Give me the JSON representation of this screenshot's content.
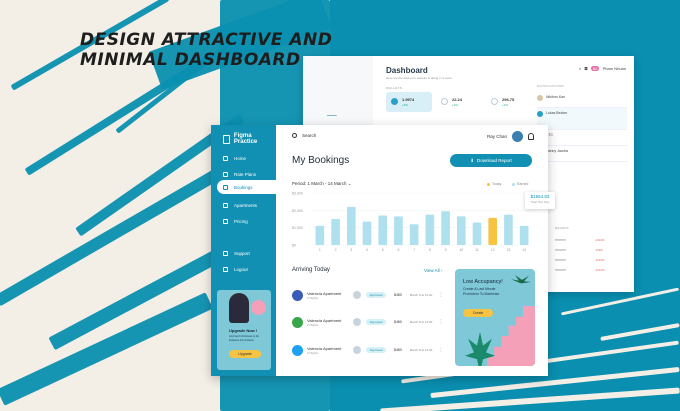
{
  "headline": {
    "line1": "DESIGN ATTRACTIVE AND",
    "line2": "MINIMAL DASHBOARD"
  },
  "back_dashboard": {
    "title": "Dashboard",
    "subtitle": "Here are the data your website is doing in a week.",
    "wallets_label": "WALLETS",
    "notifications_label": "NOTIFICATIONS",
    "recent_label": "RECENT",
    "wallets": [
      {
        "amount": "1.9974",
        "change": "+8%"
      },
      {
        "amount": "22.24",
        "change": "+4%"
      },
      {
        "amount": "296.75",
        "change": "+2%"
      }
    ],
    "notifications": [
      "Nikiforo Kan",
      "Lukas Becker",
      "BTC",
      "Danny Jacobs"
    ],
    "transactions": [
      "-0.01%",
      "-0.5%",
      "-0.01%",
      "-0.01%"
    ],
    "user": "Pham Nhuan"
  },
  "sidebar": {
    "brand": "Figma Practice",
    "items": [
      {
        "label": "Home",
        "icon": "home-icon"
      },
      {
        "label": "Rate Plans",
        "icon": "tag-icon"
      },
      {
        "label": "Bookings",
        "icon": "calendar-icon",
        "active": true
      },
      {
        "label": "Apartments",
        "icon": "building-icon"
      },
      {
        "label": "Pricing",
        "icon": "price-icon"
      },
      {
        "label": "Support",
        "icon": "support-icon"
      },
      {
        "label": "Logout",
        "icon": "logout-icon"
      }
    ],
    "upgrade": {
      "title": "Upgrade Now !",
      "text": "And Get Full Access to All Features & Functions",
      "button": "Upgrade"
    }
  },
  "header": {
    "search_placeholder": "Search",
    "user_name": "Ray Chan"
  },
  "main": {
    "title": "My Bookings",
    "download_button": "Download Report",
    "period_label": "Period:",
    "period_value": "1 March - 14 March",
    "legend": [
      {
        "name": "Today",
        "color": "#f6c342"
      },
      {
        "name": "Earned",
        "color": "#aee0ee"
      }
    ]
  },
  "chart_data": {
    "type": "bar",
    "categories": [
      "1",
      "2",
      "3",
      "4",
      "5",
      "6",
      "7",
      "8",
      "9",
      "10",
      "11",
      "12",
      "13",
      "14"
    ],
    "values": [
      1100,
      1500,
      2200,
      1350,
      1700,
      1650,
      1200,
      1750,
      1950,
      1650,
      1300,
      1564.83,
      1750,
      1100
    ],
    "highlight_index": 11,
    "yticks": [
      "$0",
      "$1,000",
      "$2,000",
      "$3,000"
    ],
    "ylim": [
      0,
      3000
    ],
    "tooltip": {
      "value": "$1564.83",
      "label": "Total This Day"
    },
    "colors": {
      "bar": "#aee0ee",
      "highlight": "#f6c342"
    }
  },
  "arriving": {
    "title": "Arriving Today",
    "view_all": "View All",
    "rows": [
      {
        "name": "Valencia Apartment",
        "nights": "2 Nights",
        "status": "Approved",
        "price": "$480",
        "date": "March 8 at 12:00",
        "icon": "facebook-icon",
        "icon_color": "#3b5bb8"
      },
      {
        "name": "Valencia Apartment",
        "nights": "2 Nights",
        "status": "Approved",
        "price": "$480",
        "date": "March 8 at 12:00",
        "icon": "green-app-icon",
        "icon_color": "#3aa64a"
      },
      {
        "name": "Valencia Apartment",
        "nights": "2 Nights",
        "status": "Approved",
        "price": "$480",
        "date": "March 8 at 12:00",
        "icon": "twitter-icon",
        "icon_color": "#1da1f2"
      }
    ]
  },
  "promo": {
    "title": "Low Accupancy!",
    "text": "Create A Last Minute Promotion To Maximize",
    "button": "Create"
  }
}
